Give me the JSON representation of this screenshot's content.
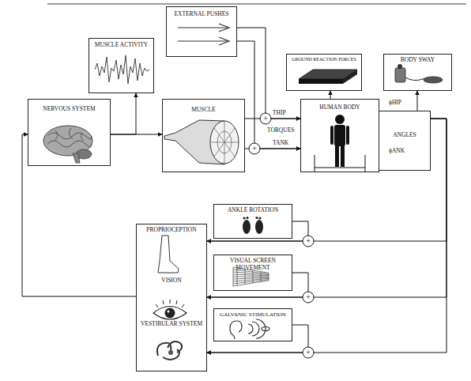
{
  "diagram": {
    "nodes": [
      {
        "text": [
          "NERVOUS SYSTEM"
        ]
      },
      {
        "text": [
          "MUSCLE ACTIVITY"
        ]
      },
      {
        "text": [
          "EXTERNAL PUSHES"
        ]
      },
      {
        "text": [
          "MUSCLE"
        ]
      },
      {
        "text": [
          "GROUND REACTION FORCES"
        ]
      },
      {
        "text": [
          "BODY SWAY"
        ]
      },
      {
        "text": [
          "HUMAN BODY"
        ]
      },
      {
        "text": [
          "ANGLES"
        ]
      },
      {
        "text": [
          "PROPRIOCEPTION",
          "VISION",
          "VESTIBULAR SYSTEM"
        ]
      },
      {
        "text": [
          "ANKLE ROTATION"
        ]
      },
      {
        "text": [
          "VISUAL SCREEN MOVEMENT"
        ]
      },
      {
        "text": [
          "GALVANIC STIMULATION"
        ]
      }
    ],
    "edges": [
      {
        "from": 0,
        "to": 3,
        "arrow": "to"
      },
      {
        "from": 0,
        "to": 1,
        "arrow": "to"
      },
      {
        "from": 3,
        "to": 6,
        "label": "THIP",
        "arrow": "to"
      },
      {
        "from": 3,
        "to": 6,
        "label": "TANK",
        "arrow": "to"
      },
      {
        "from": 2,
        "to": 6,
        "arrow": "to"
      },
      {
        "from": 2,
        "to": 6,
        "arrow": "to"
      },
      {
        "from": 6,
        "to": 4,
        "arrow": "to"
      },
      {
        "from": 7,
        "to": 5,
        "arrow": "to"
      },
      {
        "from": 7,
        "to": 8,
        "arrow": "to"
      },
      {
        "from": 7,
        "to": 8,
        "arrow": "to"
      },
      {
        "from": 7,
        "to": 8,
        "arrow": "to"
      },
      {
        "from": 9,
        "to": 8,
        "arrow": "to"
      },
      {
        "from": 10,
        "to": 8,
        "arrow": "to"
      },
      {
        "from": 11,
        "to": 8,
        "arrow": "to"
      },
      {
        "from": 8,
        "to": 0,
        "arrow": "to"
      }
    ],
    "labels": [
      "TORQUES",
      "ϕHIP",
      "ϕANK",
      "+",
      "+",
      "+",
      "+",
      "+"
    ]
  }
}
